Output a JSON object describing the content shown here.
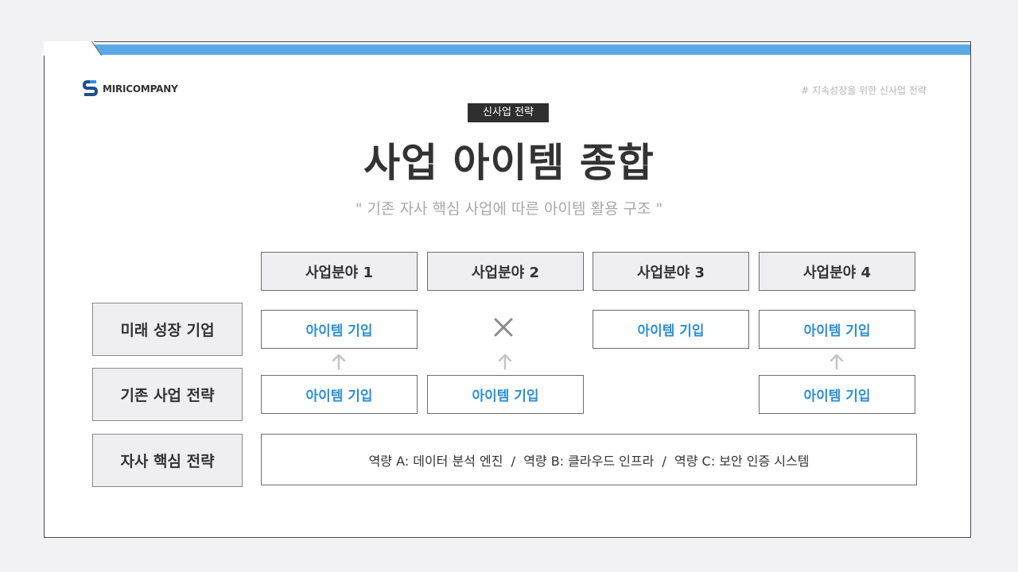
{
  "header": {
    "logo_text": "MIRICOMPANY",
    "tagline": "# 지속성장을 위한 신사업 전략",
    "badge": "신사업 전략",
    "title": "사업 아이템 종합",
    "subtitle": "\" 기존 자사 핵심 사업에 따른 아이템 활용 구조 \""
  },
  "columns": [
    "사업분야 1",
    "사업분야 2",
    "사업분야 3",
    "사업분야 4"
  ],
  "rows": [
    "미래 성장 기업",
    "기존 사업 전략",
    "자사 핵심 전략"
  ],
  "items": {
    "future": [
      "아이템 기입",
      "",
      "아이템 기입",
      "아이템 기입"
    ],
    "existing": [
      "아이템 기입",
      "아이템 기입",
      "",
      "아이템 기입"
    ]
  },
  "core_text": "역량 A: 데이터 분석 엔진  /  역량 B: 클라우드 인프라  /  역량 C: 보안 인증 시스템",
  "icons": {
    "logo": "s-logo-icon",
    "cross": "x-icon",
    "arrow": "arrow-up-icon"
  },
  "colors": {
    "accent": "#5aa9e6",
    "item_text": "#2d8fd4",
    "badge_bg": "#2f2f2f"
  }
}
